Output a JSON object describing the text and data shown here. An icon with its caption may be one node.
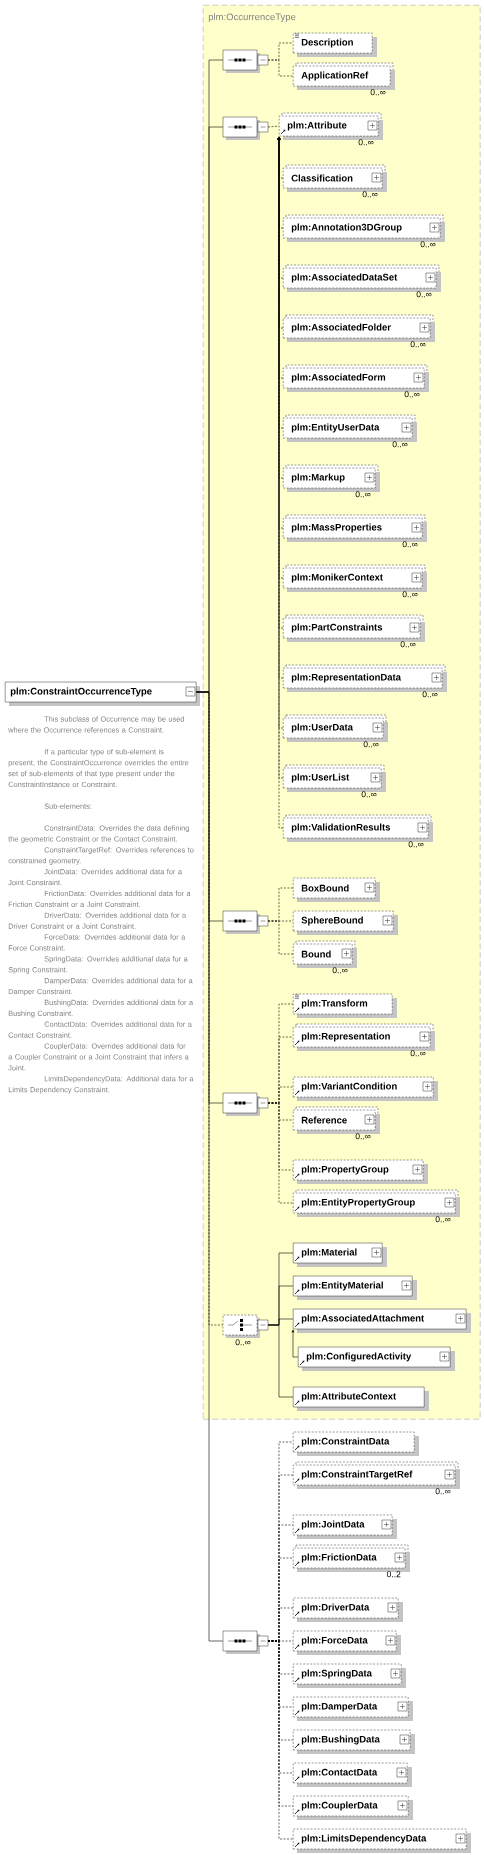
{
  "diagram": {
    "nodes": [
      {
        "text": [
          "plm:ConstraintOccurrenceType"
        ],
        "beside": [
          "This subclass of Occurrence may be used where the Occurrence references a Constraint.",
          "If a particular type of sub-element is present, the ConstraintOccurrence overrides the entire set of sub-elements of that type present under the ConstraintInstance or Constraint.",
          "Sub-elements:",
          "ConstraintData: Overrides the data defining the geometric Constraint or the Contact Constraint.",
          "ConstraintTargetRef: Overrides references to constrained geometry.",
          "JointData: Overrides additional data for a Joint Constraint.",
          "FrictionData: Overrides additional data for a Friction Constraint or a Joint Constraint.",
          "DriverData: Overrides additional data for a Driver Constraint or a Joint Constraint.",
          "ForceData: Overrides additional data for a Force Constraint.",
          "SpringData: Overrides additional data for a Spring Constraint.",
          "DamperData: Overrides additional data for a Damper Constraint.",
          "BushingData: Overrides additional data for a Bushing Constraint.",
          "ContactData: Overrides additional data for a Contact Constraint.",
          "CouplerData: Overrides additional data for a Coupler Constraint or a Joint Constraint that infers a Joint.",
          "LimitsDependencyData: Additional data for a Limits Dependency Constraint."
        ]
      },
      {
        "text": [
          "plm:OccurrenceType"
        ]
      },
      {
        "text": [],
        "shape": "octagon",
        "in": 1
      },
      {
        "text": [
          "Description"
        ],
        "in": 1
      },
      {
        "text": [
          "ApplicationRef"
        ],
        "beside": [
          "0..∞"
        ],
        "in": 1
      },
      {
        "text": [],
        "shape": "octagon",
        "in": 1
      },
      {
        "text": [
          "plm:Attribute"
        ],
        "beside": [
          "0..∞"
        ],
        "in": 1
      },
      {
        "text": [
          "Classification"
        ],
        "beside": [
          "0..∞"
        ],
        "in": 1
      },
      {
        "text": [
          "plm:Annotation3DGroup"
        ],
        "beside": [
          "0..∞"
        ],
        "in": 1
      },
      {
        "text": [
          "plm:AssociatedDataSet"
        ],
        "beside": [
          "0..∞"
        ],
        "in": 1
      },
      {
        "text": [
          "plm:AssociatedFolder"
        ],
        "beside": [
          "0..∞"
        ],
        "in": 1
      },
      {
        "text": [
          "plm:AssociatedForm"
        ],
        "beside": [
          "0..∞"
        ],
        "in": 1
      },
      {
        "text": [
          "plm:EntityUserData"
        ],
        "beside": [
          "0..∞"
        ],
        "in": 1
      },
      {
        "text": [
          "plm:Markup"
        ],
        "beside": [
          "0..∞"
        ],
        "in": 1
      },
      {
        "text": [
          "plm:MassProperties"
        ],
        "beside": [
          "0..∞"
        ],
        "in": 1
      },
      {
        "text": [
          "plm:MonikerContext"
        ],
        "beside": [
          "0..∞"
        ],
        "in": 1
      },
      {
        "text": [
          "plm:PartConstraints"
        ],
        "beside": [
          "0..∞"
        ],
        "in": 1
      },
      {
        "text": [
          "plm:RepresentationData"
        ],
        "beside": [
          "0..∞"
        ],
        "in": 1
      },
      {
        "text": [
          "plm:UserData"
        ],
        "beside": [
          "0..∞"
        ],
        "in": 1
      },
      {
        "text": [
          "plm:UserList"
        ],
        "beside": [
          "0..∞"
        ],
        "in": 1
      },
      {
        "text": [
          "plm:ValidationResults"
        ],
        "beside": [
          "0..∞"
        ],
        "in": 1
      },
      {
        "text": [],
        "shape": "octagon",
        "in": 1
      },
      {
        "text": [
          "BoxBound"
        ],
        "in": 1
      },
      {
        "text": [
          "SphereBound"
        ],
        "in": 1
      },
      {
        "text": [
          "Bound"
        ],
        "beside": [
          "0..∞"
        ],
        "in": 1
      },
      {
        "text": [],
        "shape": "octagon",
        "in": 1
      },
      {
        "text": [
          "plm:Transform"
        ],
        "in": 1
      },
      {
        "text": [
          "plm:Representation"
        ],
        "beside": [
          "0..∞"
        ],
        "in": 1
      },
      {
        "text": [
          "plm:VariantCondition"
        ],
        "in": 1
      },
      {
        "text": [
          "Reference"
        ],
        "beside": [
          "0..∞"
        ],
        "in": 1
      },
      {
        "text": [
          "plm:PropertyGroup"
        ],
        "in": 1
      },
      {
        "text": [
          "plm:EntityPropertyGroup"
        ],
        "beside": [
          "0..∞"
        ],
        "in": 1
      },
      {
        "text": [],
        "shape": "octagon",
        "beside": [
          "0..∞"
        ],
        "in": 1
      },
      {
        "text": [
          "plm:Material"
        ],
        "in": 1
      },
      {
        "text": [
          "plm:EntityMaterial"
        ],
        "in": 1
      },
      {
        "text": [
          "plm:AssociatedAttachment"
        ],
        "in": 1
      },
      {
        "text": [
          "plm:ConfiguredActivity"
        ],
        "in": 1
      },
      {
        "text": [
          "plm:AttributeContext"
        ],
        "in": 1
      },
      {
        "text": [],
        "shape": "octagon"
      },
      {
        "text": [
          "plm:ConstraintData"
        ]
      },
      {
        "text": [
          "plm:ConstraintTargetRef"
        ],
        "beside": [
          "0..∞"
        ]
      },
      {
        "text": [
          "plm:JointData"
        ]
      },
      {
        "text": [
          "plm:FrictionData"
        ],
        "beside": [
          "0..2"
        ]
      },
      {
        "text": [
          "plm:DriverData"
        ]
      },
      {
        "text": [
          "plm:ForceData"
        ]
      },
      {
        "text": [
          "plm:SpringData"
        ]
      },
      {
        "text": [
          "plm:DamperData"
        ]
      },
      {
        "text": [
          "plm:BushingData"
        ]
      },
      {
        "text": [
          "plm:ContactData"
        ]
      },
      {
        "text": [
          "plm:CouplerData"
        ]
      },
      {
        "text": [
          "plm:LimitsDependencyData"
        ]
      }
    ],
    "edges": [
      {
        "from": 0,
        "to": 2,
        "arrow": "none"
      },
      {
        "from": 0,
        "to": 5,
        "arrow": "none"
      },
      {
        "from": 0,
        "to": 21,
        "arrow": "none"
      },
      {
        "from": 0,
        "to": 25,
        "arrow": "none"
      },
      {
        "from": 0,
        "to": 32,
        "arrow": "none",
        "style": "dashed"
      },
      {
        "from": 0,
        "to": 38,
        "arrow": "none"
      },
      {
        "from": 2,
        "to": 3,
        "arrow": "none",
        "style": "dashed"
      },
      {
        "from": 2,
        "to": 4,
        "arrow": "none",
        "style": "dashed"
      },
      {
        "from": 5,
        "to": 6,
        "arrow": "none",
        "style": "dashed"
      },
      {
        "from": 7,
        "to": 6,
        "arrow": "to",
        "style": "dashed"
      },
      {
        "from": 8,
        "to": 6,
        "arrow": "to",
        "style": "dashed"
      },
      {
        "from": 9,
        "to": 6,
        "arrow": "to",
        "style": "dashed"
      },
      {
        "from": 10,
        "to": 6,
        "arrow": "to",
        "style": "dashed"
      },
      {
        "from": 11,
        "to": 6,
        "arrow": "to",
        "style": "dashed"
      },
      {
        "from": 12,
        "to": 6,
        "arrow": "to",
        "style": "dashed"
      },
      {
        "from": 13,
        "to": 6,
        "arrow": "to",
        "style": "dashed"
      },
      {
        "from": 14,
        "to": 6,
        "arrow": "to",
        "style": "dashed"
      },
      {
        "from": 15,
        "to": 6,
        "arrow": "to",
        "style": "dashed"
      },
      {
        "from": 16,
        "to": 6,
        "arrow": "to",
        "style": "dashed"
      },
      {
        "from": 17,
        "to": 6,
        "arrow": "to",
        "style": "dashed"
      },
      {
        "from": 18,
        "to": 6,
        "arrow": "to",
        "style": "dashed"
      },
      {
        "from": 19,
        "to": 6,
        "arrow": "to",
        "style": "dashed"
      },
      {
        "from": 20,
        "to": 6,
        "arrow": "to",
        "style": "dashed"
      },
      {
        "from": 21,
        "to": 22,
        "arrow": "none",
        "style": "dashed"
      },
      {
        "from": 21,
        "to": 23,
        "arrow": "none",
        "style": "dashed"
      },
      {
        "from": 21,
        "to": 24,
        "arrow": "none",
        "style": "dashed"
      },
      {
        "from": 25,
        "to": 26,
        "arrow": "none",
        "style": "dashed"
      },
      {
        "from": 25,
        "to": 27,
        "arrow": "none",
        "style": "dashed"
      },
      {
        "from": 25,
        "to": 28,
        "arrow": "none",
        "style": "dashed"
      },
      {
        "from": 25,
        "to": 29,
        "arrow": "none",
        "style": "dashed"
      },
      {
        "from": 25,
        "to": 30,
        "arrow": "none",
        "style": "dashed"
      },
      {
        "from": 25,
        "to": 31,
        "arrow": "none",
        "style": "dashed"
      },
      {
        "from": 32,
        "to": 33,
        "arrow": "none"
      },
      {
        "from": 32,
        "to": 34,
        "arrow": "none"
      },
      {
        "from": 32,
        "to": 35,
        "arrow": "none"
      },
      {
        "from": 36,
        "to": 35,
        "arrow": "to"
      },
      {
        "from": 32,
        "to": 37,
        "arrow": "none"
      },
      {
        "from": 38,
        "to": 39,
        "arrow": "none",
        "style": "dashed"
      },
      {
        "from": 38,
        "to": 40,
        "arrow": "none",
        "style": "dashed"
      },
      {
        "from": 38,
        "to": 41,
        "arrow": "none",
        "style": "dashed"
      },
      {
        "from": 38,
        "to": 42,
        "arrow": "none",
        "style": "dashed"
      },
      {
        "from": 38,
        "to": 43,
        "arrow": "none",
        "style": "dashed"
      },
      {
        "from": 38,
        "to": 44,
        "arrow": "none",
        "style": "dashed"
      },
      {
        "from": 38,
        "to": 45,
        "arrow": "none",
        "style": "dashed"
      },
      {
        "from": 38,
        "to": 46,
        "arrow": "none",
        "style": "dashed"
      },
      {
        "from": 38,
        "to": 47,
        "arrow": "none",
        "style": "dashed"
      },
      {
        "from": 38,
        "to": 48,
        "arrow": "none",
        "style": "dashed"
      },
      {
        "from": 38,
        "to": 49,
        "arrow": "none",
        "style": "dashed"
      },
      {
        "from": 38,
        "to": 50,
        "arrow": "none",
        "style": "dashed"
      }
    ]
  }
}
